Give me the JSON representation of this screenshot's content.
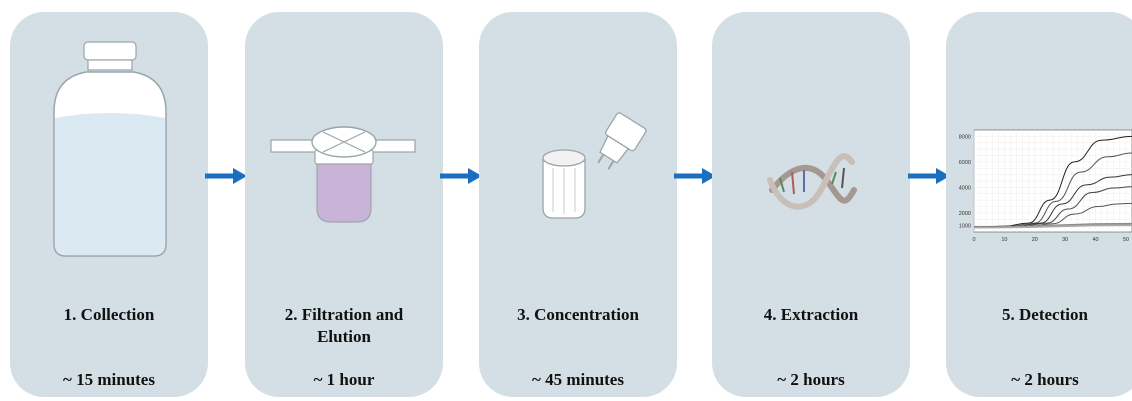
{
  "steps": [
    {
      "label": "1. Collection",
      "time": "~ 15 minutes",
      "icon": "water-bottle-icon"
    },
    {
      "label": "2. Filtration  and Elution",
      "time": "~ 1 hour",
      "icon": "filter-housing-icon"
    },
    {
      "label": "3. Concentration",
      "time": "~ 45 minutes",
      "icon": "concentrator-tube-icon"
    },
    {
      "label": "4. Extraction",
      "time": "~ 2 hours",
      "icon": "dna-helix-icon"
    },
    {
      "label": "5. Detection",
      "time": "~ 2 hours",
      "icon": "amplification-curve-icon"
    }
  ],
  "colors": {
    "panel": "#d3dfe5",
    "arrow": "#1a6fc0",
    "water": "#dbe9f3",
    "filter_cup": "#c9b3d6"
  },
  "chart_data": {
    "type": "line",
    "x_ticks": [
      0,
      10,
      20,
      30,
      40,
      50
    ],
    "y_ticks": [
      1000,
      2000,
      4000,
      6000,
      8000
    ],
    "y_tick_labels": [
      "1000",
      "2000",
      "4000",
      "6000",
      "8000"
    ],
    "xlim": [
      0,
      52
    ],
    "ylim": [
      500,
      8500
    ],
    "grid": true,
    "series": [
      {
        "values": [
          [
            0,
            900
          ],
          [
            10,
            950
          ],
          [
            18,
            1200
          ],
          [
            25,
            3000
          ],
          [
            33,
            6000
          ],
          [
            42,
            7700
          ],
          [
            52,
            8000
          ]
        ]
      },
      {
        "values": [
          [
            0,
            900
          ],
          [
            12,
            950
          ],
          [
            20,
            1200
          ],
          [
            27,
            2900
          ],
          [
            35,
            5200
          ],
          [
            44,
            6400
          ],
          [
            52,
            6700
          ]
        ]
      },
      {
        "values": [
          [
            0,
            900
          ],
          [
            14,
            950
          ],
          [
            22,
            1200
          ],
          [
            29,
            2700
          ],
          [
            37,
            4200
          ],
          [
            45,
            4800
          ],
          [
            52,
            5000
          ]
        ]
      },
      {
        "values": [
          [
            0,
            900
          ],
          [
            16,
            950
          ],
          [
            24,
            1200
          ],
          [
            31,
            2300
          ],
          [
            39,
            3600
          ],
          [
            46,
            3950
          ],
          [
            52,
            4050
          ]
        ]
      },
      {
        "values": [
          [
            0,
            900
          ],
          [
            18,
            950
          ],
          [
            26,
            1150
          ],
          [
            33,
            1900
          ],
          [
            41,
            2500
          ],
          [
            47,
            2700
          ],
          [
            52,
            2750
          ]
        ]
      },
      {
        "values": [
          [
            0,
            880
          ],
          [
            52,
            1150
          ]
        ]
      },
      {
        "values": [
          [
            0,
            860
          ],
          [
            52,
            1080
          ]
        ]
      },
      {
        "values": [
          [
            0,
            840
          ],
          [
            52,
            1020
          ]
        ]
      }
    ]
  }
}
